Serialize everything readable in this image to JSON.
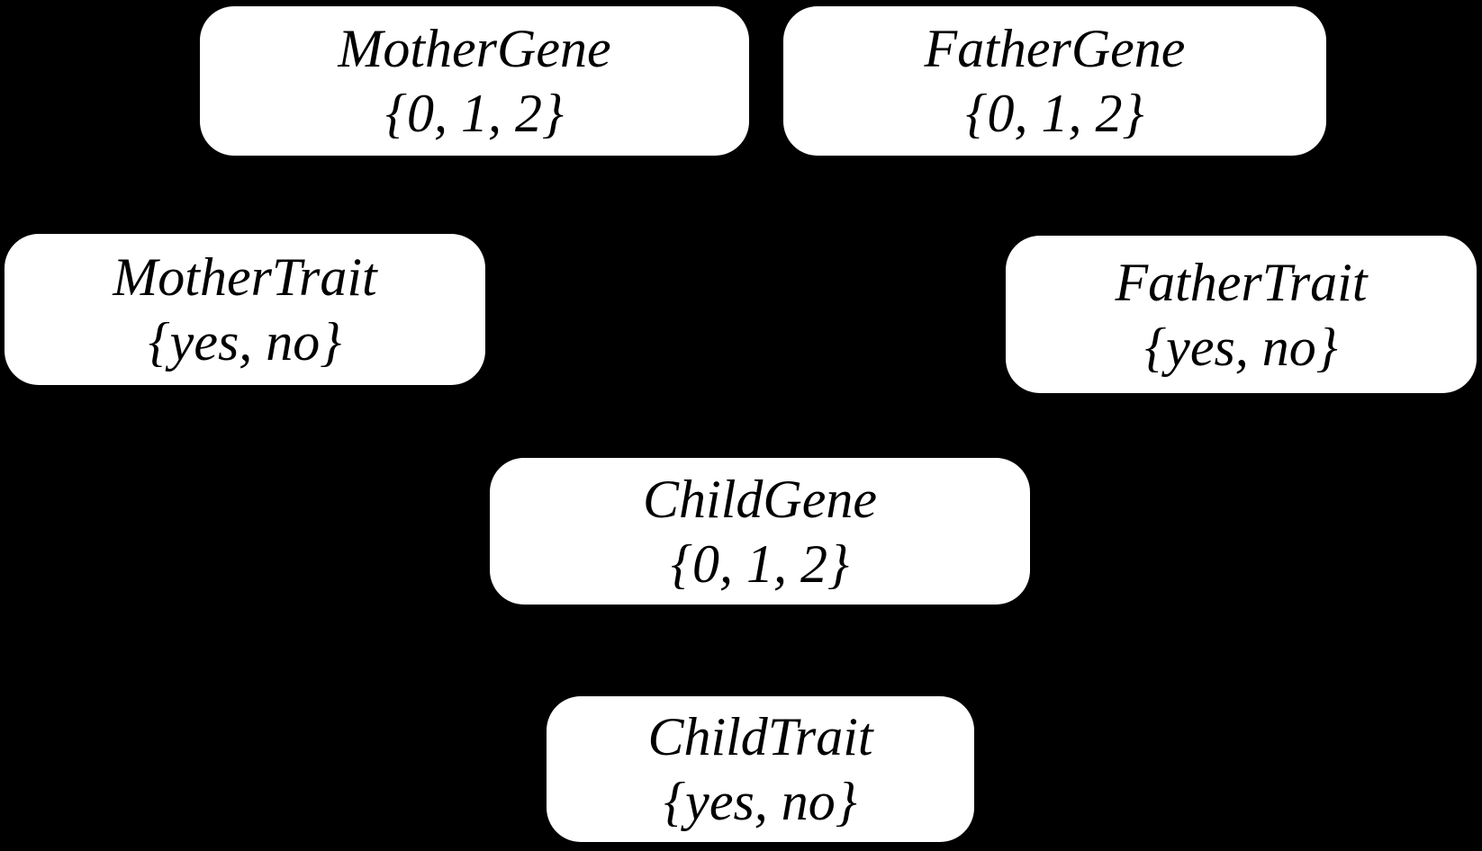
{
  "colors": {
    "background": "#000000",
    "node_fill": "#ffffff",
    "node_text": "#000000"
  },
  "diagram": {
    "type": "bayesian-network",
    "nodes": [
      {
        "id": "mother-gene",
        "label": "MotherGene",
        "domain": "{0, 1, 2}"
      },
      {
        "id": "father-gene",
        "label": "FatherGene",
        "domain": "{0, 1, 2}"
      },
      {
        "id": "mother-trait",
        "label": "MotherTrait",
        "domain": "{yes, no}"
      },
      {
        "id": "father-trait",
        "label": "FatherTrait",
        "domain": "{yes, no}"
      },
      {
        "id": "child-gene",
        "label": "ChildGene",
        "domain": "{0, 1, 2}"
      },
      {
        "id": "child-trait",
        "label": "ChildTrait",
        "domain": "{yes, no}"
      }
    ]
  }
}
